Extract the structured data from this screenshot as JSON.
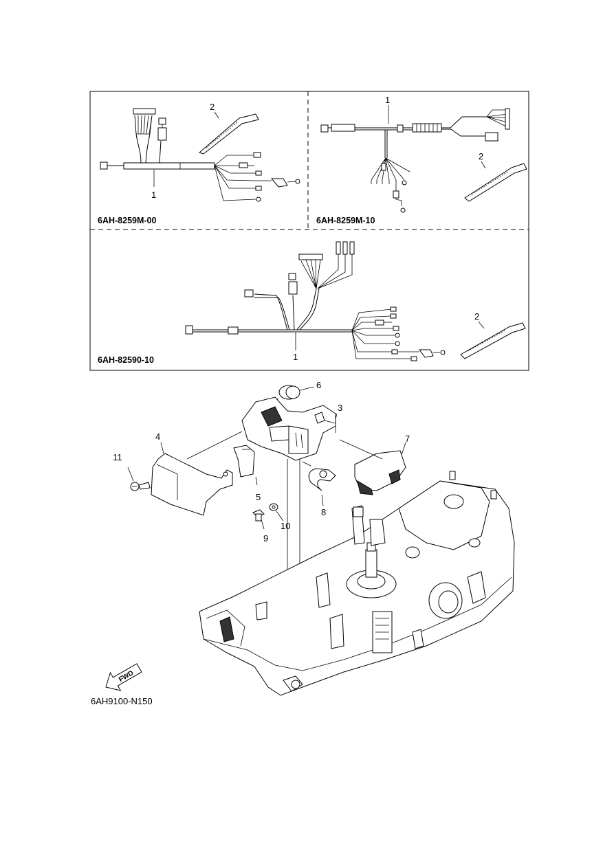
{
  "panels": {
    "top_left": {
      "code": "6AH-8259M-00",
      "callouts": [
        "1",
        "2"
      ]
    },
    "top_right": {
      "code": "6AH-8259M-10",
      "callouts": [
        "1",
        "2"
      ]
    },
    "middle": {
      "code": "6AH-82590-10",
      "callouts": [
        "1",
        "2"
      ]
    }
  },
  "assembly": {
    "callouts": [
      "3",
      "4",
      "5",
      "6",
      "7",
      "8",
      "9",
      "10",
      "11"
    ]
  },
  "fwd_arrow": {
    "label": "FWD"
  },
  "figure_code": "6AH9100-N150"
}
